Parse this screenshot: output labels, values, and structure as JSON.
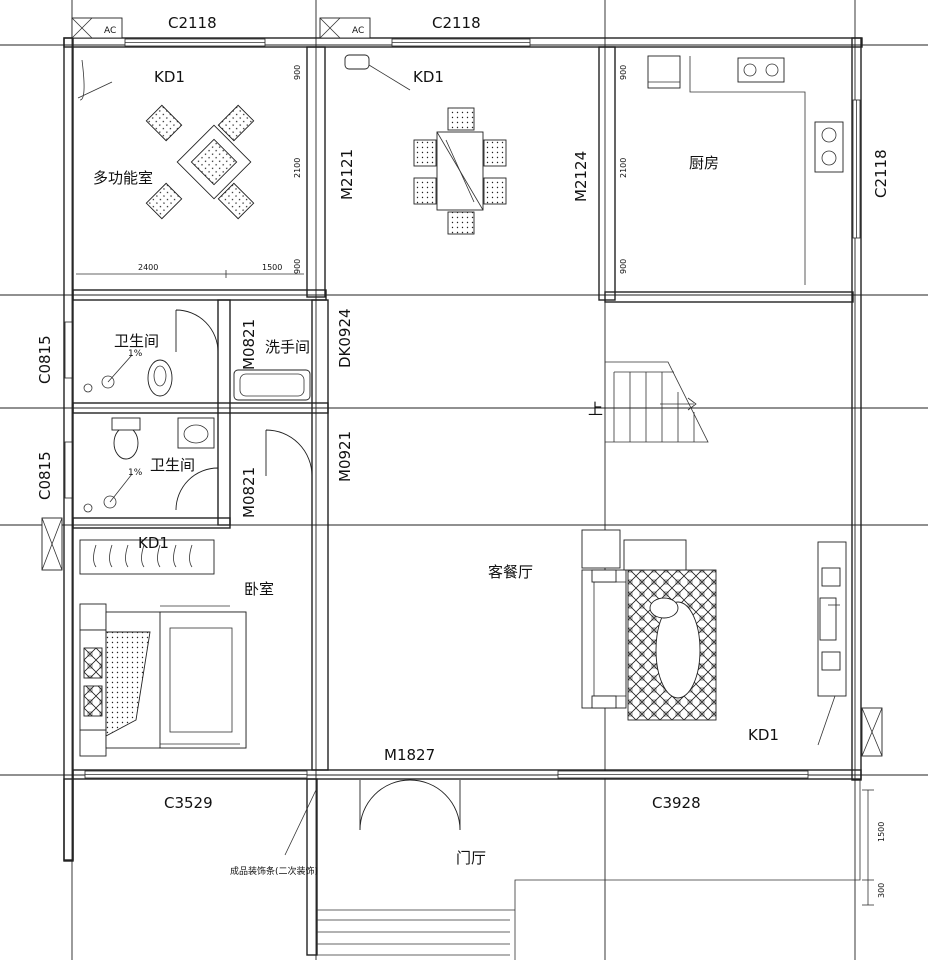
{
  "rooms": {
    "multi": "多功能室",
    "kitchen": "厨房",
    "bath1": "卫生间",
    "bath2": "卫生间",
    "wash": "洗手间",
    "bedroom": "卧室",
    "living": "客餐厅",
    "foyer": "门厅"
  },
  "codes": {
    "top_left_window": "C2118",
    "top_mid_window": "C2118",
    "right_window": "C2118",
    "kd_multi": "KD1",
    "kd_dining": "KD1",
    "kd_bedroom": "KD1",
    "kd_living": "KD1",
    "door_multi": "M2121",
    "door_kitchen": "M2124",
    "door_bath1": "M0821",
    "door_bath2": "M0821",
    "door_wash": "DK0924",
    "door_living": "M0921",
    "window_bath1": "C0815",
    "window_bath2": "C0815",
    "window_bottom_left": "C3529",
    "window_bottom_right": "C3928",
    "entry_door": "M1827"
  },
  "ac_labels": [
    "AC",
    "AC"
  ],
  "dimensions": {
    "d900_a": "900",
    "d2100_a": "2100",
    "d900_b": "900",
    "d900_c": "900",
    "d2100_b": "2100",
    "d900_d": "900",
    "d2400": "2400",
    "d1500_a": "1500",
    "d1500_b": "1500",
    "d300": "300"
  },
  "slopes": [
    "1%",
    "1%"
  ],
  "stair_label": "上",
  "note": "成品装饰条(二次装饰)"
}
